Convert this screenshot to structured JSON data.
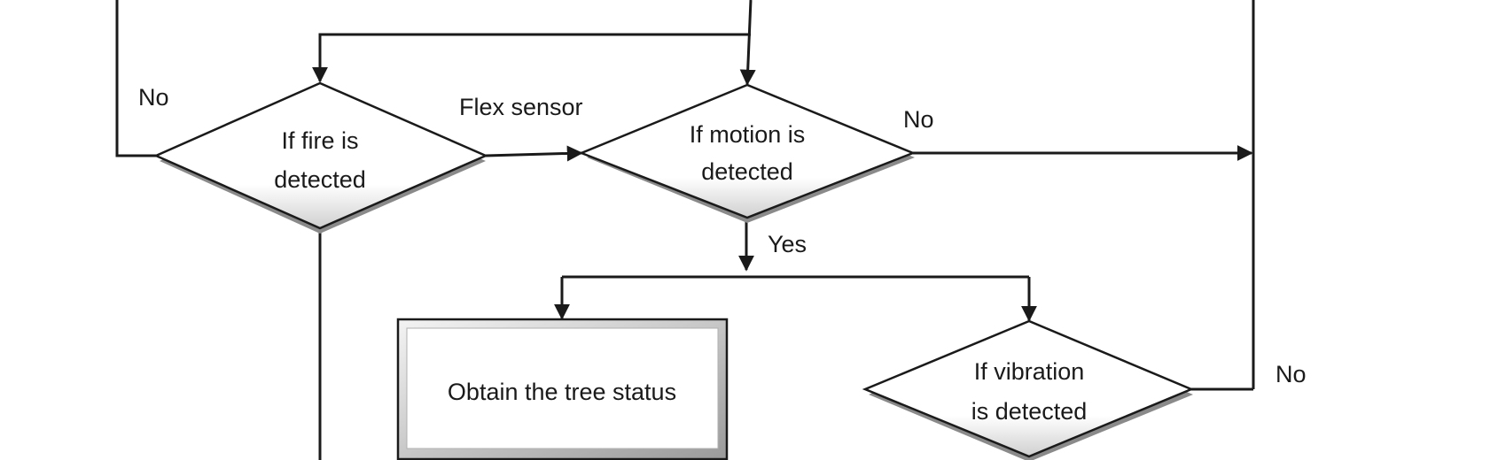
{
  "nodes": {
    "fire": {
      "line1": "If fire is",
      "line2": "detected"
    },
    "motion": {
      "line1": "If motion is",
      "line2": "detected"
    },
    "vibration": {
      "line1": "If vibration",
      "line2": "is detected"
    },
    "tree_status": {
      "text": "Obtain the tree status"
    }
  },
  "edges": {
    "fire_no": "No",
    "flex_sensor": "Flex sensor",
    "motion_no": "No",
    "motion_yes": "Yes",
    "vibration_no": "No"
  },
  "colors": {
    "stroke": "#1a1a1a",
    "shadow": "#8a8a8a",
    "fill": "#ffffff"
  }
}
